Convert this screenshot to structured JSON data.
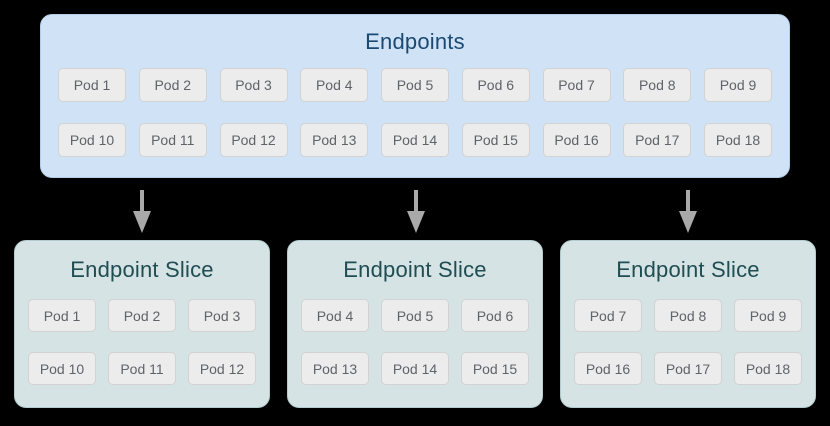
{
  "colors": {
    "canvas_bg": "#000000",
    "endpoints_box_bg": "#cfe2f6",
    "endpoints_box_border": "#b3cdea",
    "endpoints_title": "#1a4a73",
    "slice_box_bg": "#d5e3e5",
    "slice_box_border": "#b2cbce",
    "slice_title": "#1f4d52",
    "pod_bg": "#ececec",
    "pod_border": "#d2d2d2",
    "pod_text": "#5f6368",
    "arrow": "#a9a9a9"
  },
  "endpoints_box": {
    "title": "Endpoints",
    "rows": [
      [
        "Pod 1",
        "Pod 2",
        "Pod 3",
        "Pod 4",
        "Pod 5",
        "Pod 6",
        "Pod 7",
        "Pod 8",
        "Pod 9"
      ],
      [
        "Pod 10",
        "Pod 11",
        "Pod 12",
        "Pod 13",
        "Pod 14",
        "Pod 15",
        "Pod 16",
        "Pod 17",
        "Pod 18"
      ]
    ]
  },
  "slices": [
    {
      "title": "Endpoint Slice",
      "rows": [
        [
          "Pod 1",
          "Pod 2",
          "Pod 3"
        ],
        [
          "Pod 10",
          "Pod 11",
          "Pod 12"
        ]
      ]
    },
    {
      "title": "Endpoint Slice",
      "rows": [
        [
          "Pod 4",
          "Pod 5",
          "Pod 6"
        ],
        [
          "Pod 13",
          "Pod 14",
          "Pod 15"
        ]
      ]
    },
    {
      "title": "Endpoint Slice",
      "rows": [
        [
          "Pod 7",
          "Pod 8",
          "Pod 9"
        ],
        [
          "Pod 16",
          "Pod 17",
          "Pod 18"
        ]
      ]
    }
  ]
}
